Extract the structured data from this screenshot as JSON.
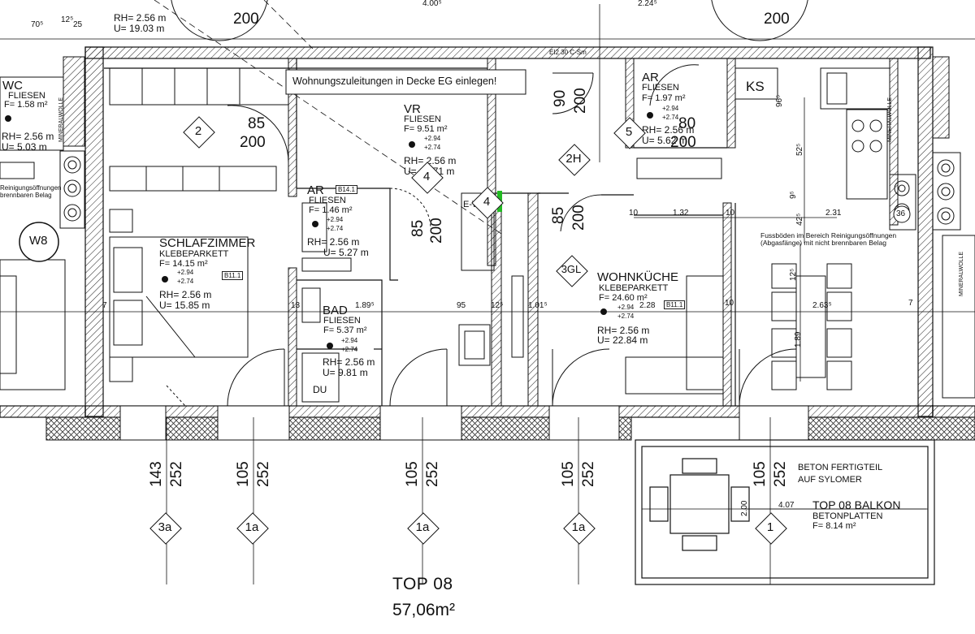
{
  "title": "TOP 08",
  "total_area": "57,06m²",
  "note": "Wohnungszuleitungen in Decke EG einlegen!",
  "floor_note": [
    "Fussböden im Bereich Reinigungsöffnungen",
    "(Abgasfänge) mit nicht brennbaren Belag"
  ],
  "left_note": [
    "Reinigungsöffnungen",
    "brennbaren Belag"
  ],
  "balcony_spec": [
    "BETON FERTIGTEIL",
    "AUF SYLOMER"
  ],
  "rooms": {
    "wc": {
      "name": "WC",
      "finish": "FLIESEN",
      "area": "F= 1.58 m²",
      "rh": "RH= 2.56 m",
      "u": "U= 5.03 m"
    },
    "schlafzimmer": {
      "name": "SCHLAFZIMMER",
      "finish": "KLEBEPARKETT",
      "area": "F= 14.15 m²",
      "rh": "RH= 2.56 m",
      "u": "U= 15.85 m"
    },
    "vr": {
      "name": "VR",
      "finish": "FLIESEN",
      "area": "F= 9.51 m²",
      "rh": "RH= 2.56 m",
      "u": "U= 15.71 m"
    },
    "ar1": {
      "name": "AR",
      "finish": "FLIESEN",
      "area": "F= 1.46 m²",
      "rh": "RH= 2.56 m",
      "u": "U= 5.27 m"
    },
    "bad": {
      "name": "BAD",
      "finish": "FLIESEN",
      "area": "F= 5.37 m²",
      "rh": "RH= 2.56 m",
      "u": "U= 9.81 m"
    },
    "ar2": {
      "name": "AR",
      "finish": "FLIESEN",
      "area": "F= 1.97 m²",
      "rh": "RH= 2.56 m",
      "u": "U= 5.62 m"
    },
    "wohnkueche": {
      "name": "WOHNKÜCHE",
      "finish": "KLEBEPARKETT",
      "area": "F= 24.60 m²",
      "rh": "RH= 2.56 m",
      "u": "U= 22.84 m"
    },
    "balkon": {
      "name": "TOP 08 BALKON",
      "finish": "BETONPLATTEN",
      "area": "F= 8.14 m²"
    }
  },
  "top_rh": "RH= 2.56 m",
  "top_u": "U= 19.03 m",
  "levels": [
    "+2.94",
    "+2.74"
  ],
  "codes": {
    "b11_1": "B11.1",
    "b14_1": "B14.1",
    "ks": "KS",
    "du": "DU",
    "e_w": "E-W",
    "mw": "MINERALWOLLE",
    "e12": "EI2 30 C-Sm",
    "w8": "W8",
    "c36": "36"
  },
  "door_tags": {
    "t2": "2",
    "t4a": "4",
    "t4b": "4",
    "t2h": "2H",
    "t5": "5",
    "t3gl": "3GL",
    "t3a": "3a",
    "t1a_1": "1a",
    "t1a_2": "1a",
    "t1a_3": "1a",
    "t1": "1"
  },
  "door_dims": {
    "d1": [
      "85",
      "200"
    ],
    "d2": [
      "90",
      "200"
    ],
    "d3": [
      "80",
      "200"
    ],
    "d4": [
      "85",
      "200"
    ],
    "d5": [
      "85",
      "200"
    ],
    "top_left": [
      "200"
    ],
    "top_right": [
      "200"
    ]
  },
  "window_dims": [
    [
      "143",
      "252"
    ],
    [
      "105",
      "252"
    ],
    [
      "105",
      "252"
    ],
    [
      "105",
      "252"
    ],
    [
      "105",
      "252"
    ]
  ],
  "wall_dims": [
    "7",
    "1.89⁵",
    "13",
    "95",
    "12⁵",
    "1.01⁵",
    "10",
    "7",
    "2.28",
    "2.63⁵",
    "10",
    "1.32",
    "10",
    "2.31",
    "4.07",
    "2.00",
    "1.89",
    "70⁵",
    "12⁵",
    "25",
    "4.00⁵",
    "2.24⁵",
    "9⁵",
    "52⁵",
    "96⁵",
    "42⁵",
    "12⁵"
  ]
}
